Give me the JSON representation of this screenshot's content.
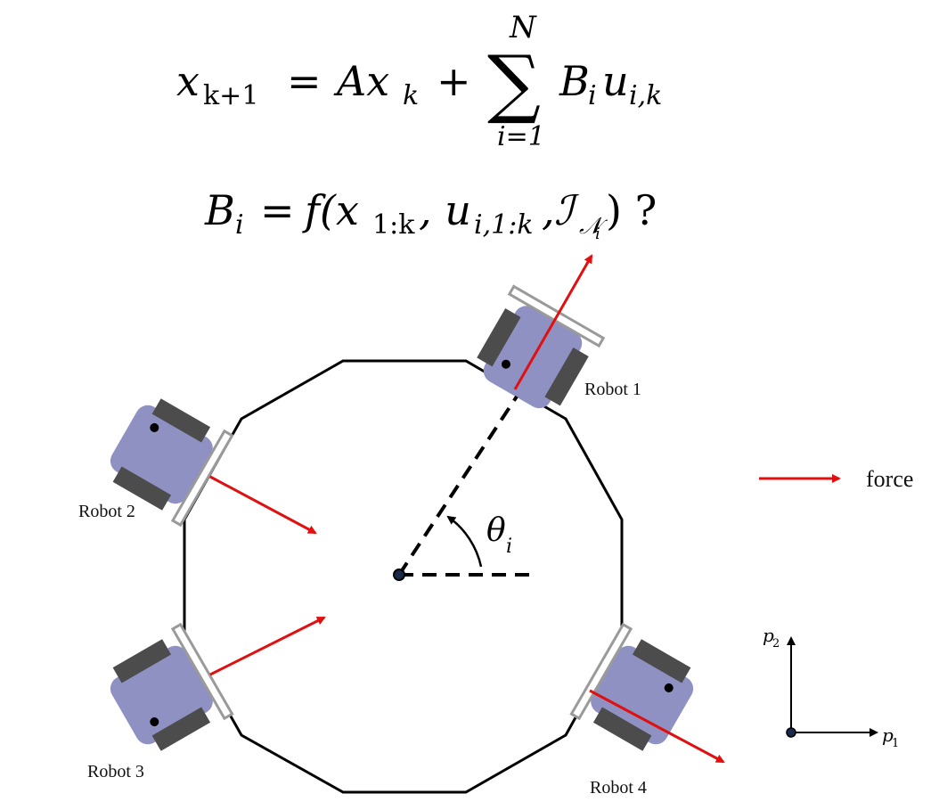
{
  "equations": {
    "dynamics": {
      "lhs": "x",
      "lhs_sub": "k+1",
      "eq": "=",
      "a": "Ax",
      "a_sub": "k",
      "plus": "+",
      "sum_upper": "N",
      "sum_lower": "i=1",
      "term": "B",
      "term_sub_i": "i",
      "term_u": "u",
      "term_u_sub": "i,k"
    },
    "question": {
      "lhs": "B",
      "lhs_sub": "i",
      "eq": "=",
      "func": "f(x",
      "x_sub": "1:k",
      "comma1": ", u",
      "u_sub": "i,1:k",
      "comma2": ", ",
      "calI": "ℐ",
      "calI_sub": "𝒩",
      "calI_subsub": "i",
      "close": ") ?"
    }
  },
  "diagram": {
    "robots": [
      {
        "label": "Robot 1"
      },
      {
        "label": "Robot 2"
      },
      {
        "label": "Robot 3"
      },
      {
        "label": "Robot 4"
      }
    ],
    "angle_symbol": "θ",
    "angle_sub": "i",
    "legend_label": "force",
    "axis_labels": {
      "p2": "p",
      "p2_sub": "2",
      "p1": "p",
      "p1_sub": "1"
    },
    "colors": {
      "force_arrow": "#e01010",
      "robot_body": "#8e91c2",
      "robot_wheel": "#4c4c4c",
      "object_outline": "#000000",
      "gripper": "#9a9a9a"
    }
  }
}
